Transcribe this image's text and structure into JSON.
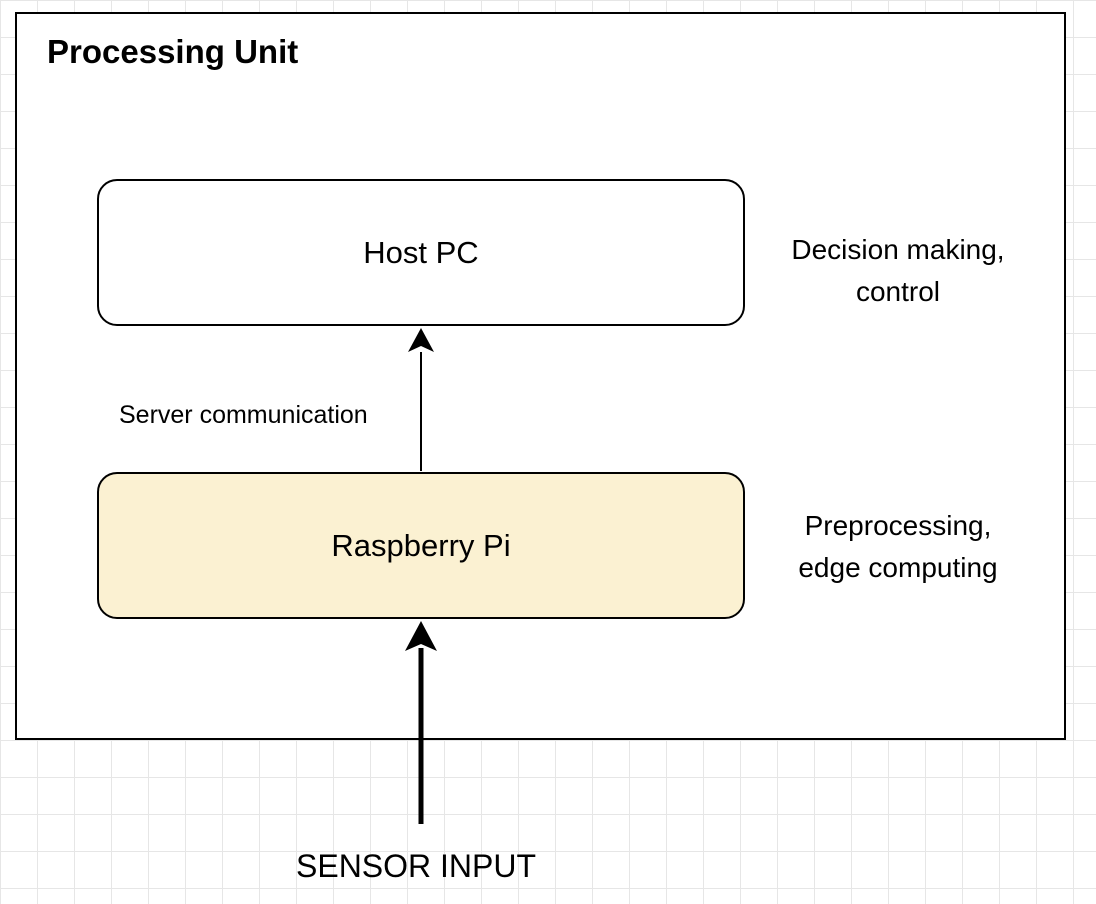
{
  "container": {
    "title": "Processing Unit"
  },
  "nodes": {
    "host_pc": {
      "label": "Host PC",
      "fill": "#ffffff"
    },
    "raspberry_pi": {
      "label": "Raspberry Pi",
      "fill": "#fbf1d2"
    }
  },
  "notes": {
    "host_pc": {
      "line1": "Decision making,",
      "line2": "control"
    },
    "raspberry_pi": {
      "line1": "Preprocessing,",
      "line2": "edge computing"
    }
  },
  "edges": {
    "pi_to_host": {
      "label": "Server communication"
    },
    "sensor_to_pi": {
      "label": "SENSOR INPUT"
    }
  }
}
